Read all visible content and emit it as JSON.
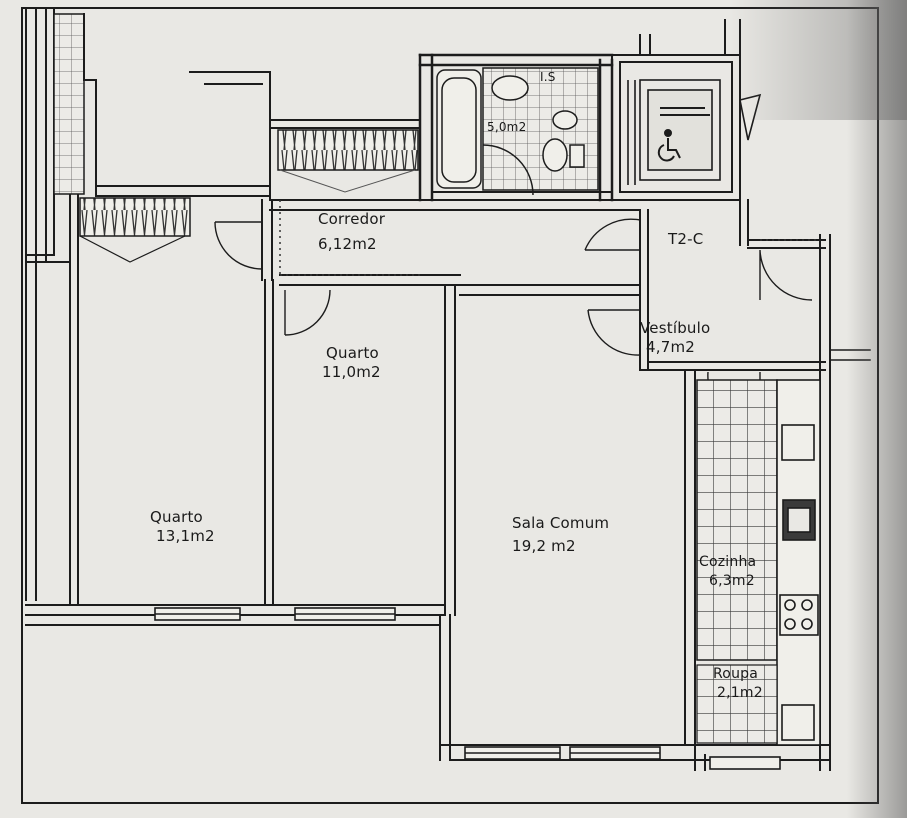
{
  "rooms": {
    "corredor": {
      "name": "Corredor",
      "area": "6,12m2"
    },
    "quarto_small": {
      "name": "Quarto",
      "area": "11,0m2"
    },
    "quarto_large": {
      "name": "Quarto",
      "area": "13,1m2"
    },
    "sala": {
      "name": "Sala Comum",
      "area": "19,2 m2"
    },
    "vestibulo": {
      "name": "Vestíbulo",
      "area": "4,7m2"
    },
    "cozinha": {
      "name": "Cozinha",
      "area": "6,3m2"
    },
    "roupa": {
      "name": "Roupa",
      "area": "2,1m2"
    },
    "wc": {
      "name": "I.S",
      "area": "5,0m2"
    }
  },
  "typology": "T2-C",
  "lift_label": "",
  "colors": {
    "wall": "#1c1c1c",
    "paper": "#e9e8e4",
    "hatch": "#4a4a4a"
  },
  "icons": {
    "accessibility": "wheelchair-icon"
  }
}
